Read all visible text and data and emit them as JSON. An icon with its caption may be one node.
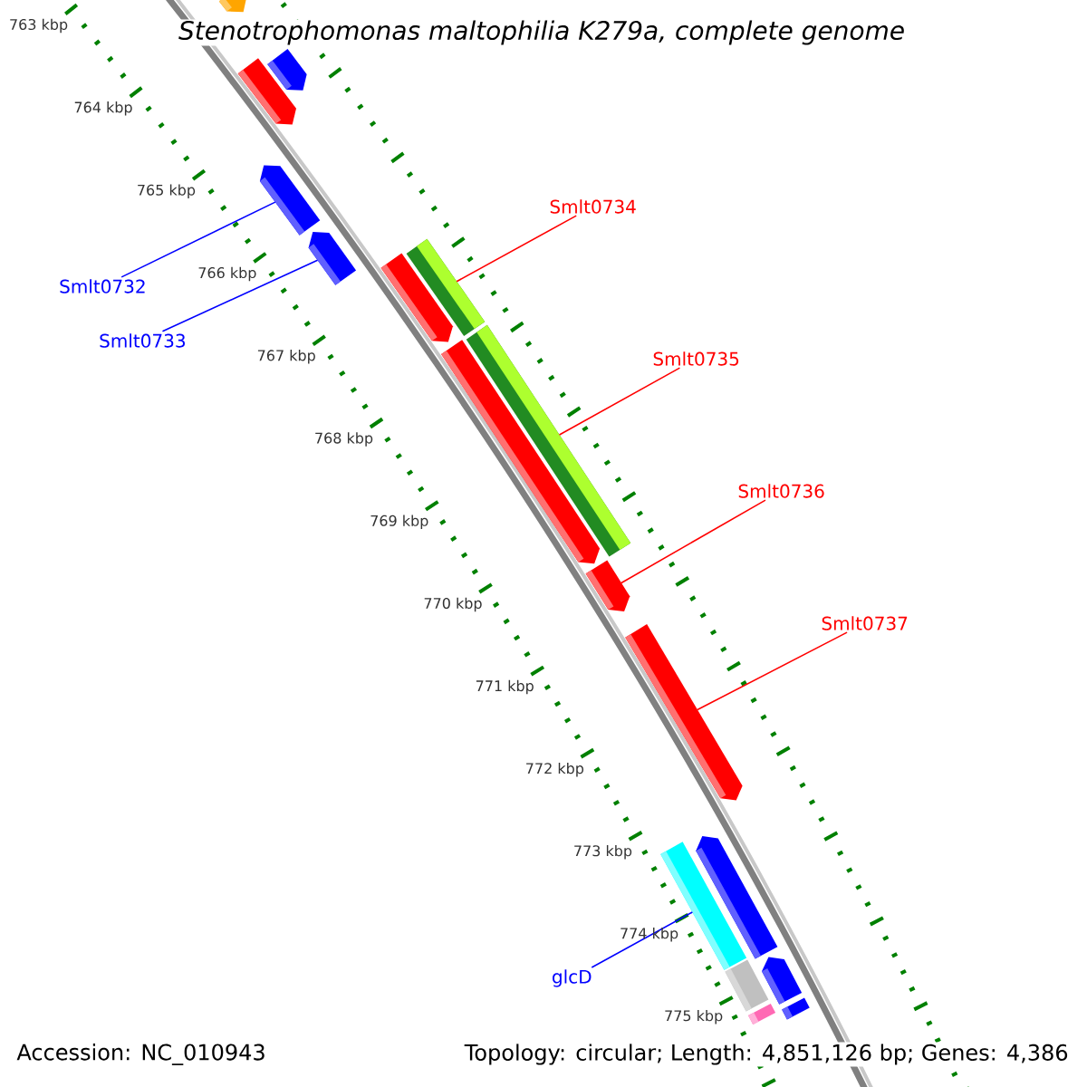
{
  "diagram": {
    "title": "Stenotrophomonas maltophilia K279a, complete genome",
    "nodes": [
      {
        "text": [
          "Smlt0732"
        ]
      },
      {
        "text": [
          "Smlt0733"
        ]
      },
      {
        "text": [
          "Smlt0734"
        ]
      },
      {
        "text": [
          "Smlt0735"
        ]
      },
      {
        "text": [
          "Smlt0736"
        ]
      },
      {
        "text": [
          "Smlt0737"
        ]
      },
      {
        "text": [
          "glcD"
        ]
      },
      {
        "text": [],
        "shape": "bar"
      },
      {
        "text": [],
        "shape": "bar"
      },
      {
        "text": [],
        "shape": "bar"
      },
      {
        "text": [],
        "shape": "bar"
      },
      {
        "text": [],
        "shape": "bar"
      },
      {
        "text": [],
        "shape": "bar"
      },
      {
        "text": [],
        "shape": "bar"
      },
      {
        "text": [],
        "shape": "bar"
      },
      {
        "text": [],
        "shape": "bar"
      },
      {
        "text": [],
        "shape": "bar"
      },
      {
        "text": [],
        "shape": "bar"
      },
      {
        "text": [],
        "shape": "bar"
      },
      {
        "text": [],
        "shape": "bar"
      },
      {
        "text": [],
        "shape": "bar"
      },
      {
        "text": [],
        "shape": "bar"
      },
      {
        "text": [],
        "shape": "bar"
      },
      {
        "text": [],
        "shape": "bar"
      }
    ],
    "edges": [
      {
        "from": 0,
        "to": 10,
        "arrow": "none",
        "color": "#0000ff"
      },
      {
        "from": 1,
        "to": 11,
        "arrow": "none",
        "color": "#0000ff"
      },
      {
        "from": 2,
        "to": 13,
        "arrow": "none"
      },
      {
        "from": 3,
        "to": 15,
        "arrow": "none"
      },
      {
        "from": 4,
        "to": 16,
        "arrow": "none"
      },
      {
        "from": 5,
        "to": 17,
        "arrow": "none"
      },
      {
        "from": 6,
        "to": 18,
        "arrow": "none",
        "color": "#0000ff"
      }
    ],
    "labels": [
      "763 kbp",
      "764 kbp",
      "765 kbp",
      "766 kbp",
      "767 kbp",
      "768 kbp",
      "769 kbp",
      "770 kbp",
      "771 kbp",
      "772 kbp",
      "773 kbp",
      "774 kbp",
      "775 kbp",
      "Accession: NC_010943",
      "Topology: circular; Length: 4,851,126 bp; Genes: 4,386"
    ]
  }
}
